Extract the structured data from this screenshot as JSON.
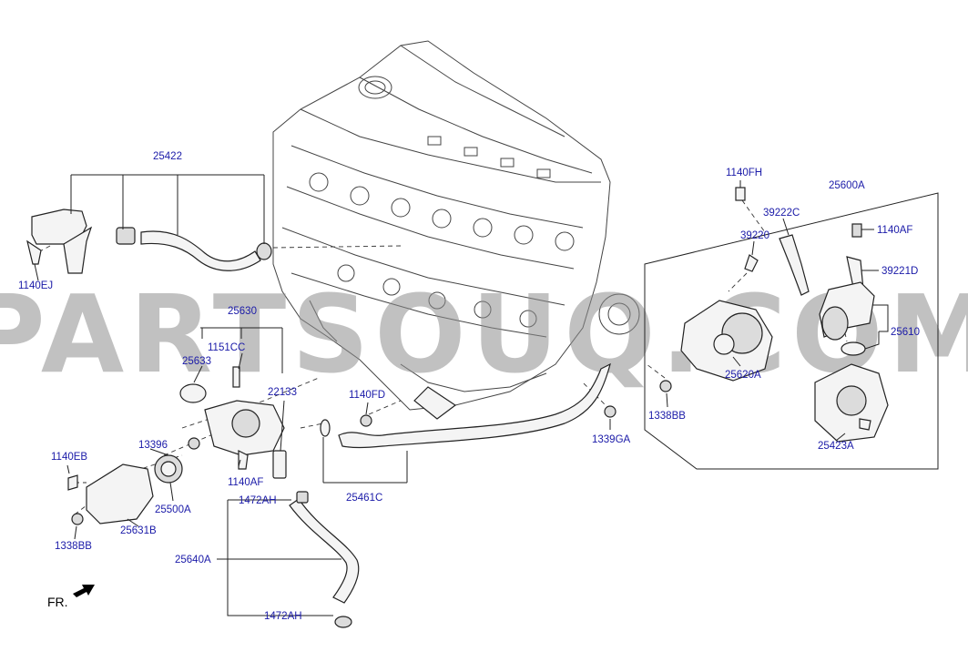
{
  "watermark": "PARTSOUQ.COM",
  "direction_label": "FR.",
  "parts": {
    "p25422": "25422",
    "p1140EJ": "1140EJ",
    "p25630": "25630",
    "p1151CC": "1151CC",
    "p25633": "25633",
    "p22133": "22133",
    "p13396": "13396",
    "p1140EB": "1140EB",
    "p25500A": "25500A",
    "p1140AF_left": "1140AF",
    "p1338BB_left": "1338BB",
    "p25631B": "25631B",
    "p1472AH_top": "1472AH",
    "p25640A": "25640A",
    "p1472AH_bottom": "1472AH",
    "p1140FD": "1140FD",
    "p25461C": "25461C",
    "p1339GA": "1339GA",
    "p1338BB_right": "1338BB",
    "p1140FH": "1140FH",
    "p25600A": "25600A",
    "p39222C": "39222C",
    "p39220": "39220",
    "p1140AF_right": "1140AF",
    "p39221D": "39221D",
    "p25610": "25610",
    "p25620A": "25620A",
    "p25423A": "25423A"
  }
}
